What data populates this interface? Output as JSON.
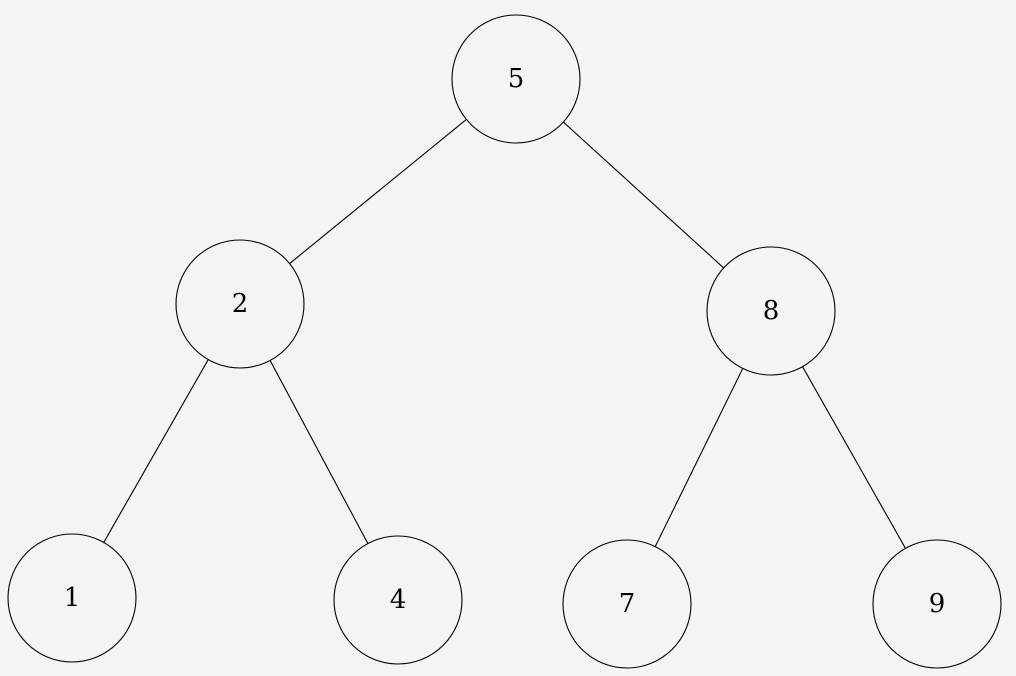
{
  "tree": {
    "root": "5",
    "nodes": [
      {
        "id": "n5",
        "label": "5"
      },
      {
        "id": "n2",
        "label": "2"
      },
      {
        "id": "n8",
        "label": "8"
      },
      {
        "id": "n1",
        "label": "1"
      },
      {
        "id": "n4",
        "label": "4"
      },
      {
        "id": "n7",
        "label": "7"
      },
      {
        "id": "n9",
        "label": "9"
      }
    ],
    "edges": [
      {
        "from": "n5",
        "to": "n2"
      },
      {
        "from": "n5",
        "to": "n8"
      },
      {
        "from": "n2",
        "to": "n1"
      },
      {
        "from": "n2",
        "to": "n4"
      },
      {
        "from": "n8",
        "to": "n7"
      },
      {
        "from": "n8",
        "to": "n9"
      }
    ]
  },
  "colors": {
    "background": "#f4f4f4",
    "stroke": "#000000"
  }
}
